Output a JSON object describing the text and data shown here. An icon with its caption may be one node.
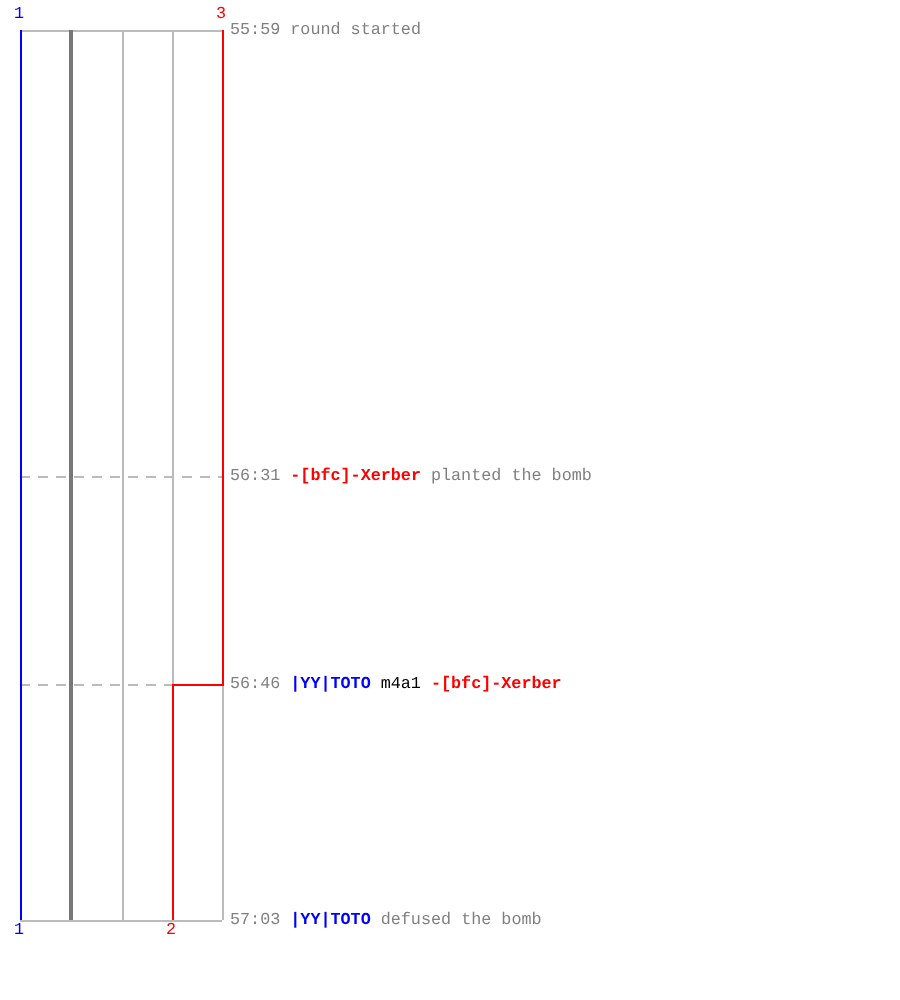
{
  "diagram": {
    "labels": [
      "1",
      "3",
      "55:59",
      "round started",
      "56:31",
      "-[bfc]-Xerber",
      "planted the bomb",
      "56:46",
      "|YY|TOTO",
      "m4a1",
      "-[bfc]-Xerber",
      "57:03",
      "|YY|TOTO",
      "defused the bomb",
      "1",
      "2"
    ]
  }
}
